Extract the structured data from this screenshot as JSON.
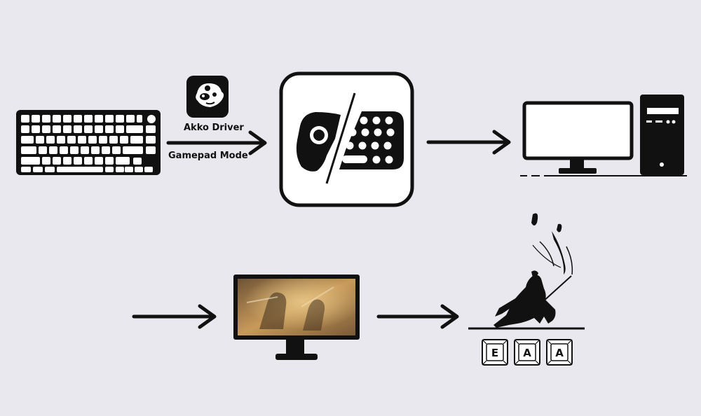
{
  "colors": {
    "background": "#e9e8ee",
    "ink": "#111111",
    "screen_white": "#ffffff",
    "game_scene_warm": "#c89a5a"
  },
  "driver": {
    "app_name": "Akko Driver",
    "mode_label": "Gamepad Mode",
    "icon": "akko-driver-app-icon"
  },
  "nodes": {
    "keyboard": {
      "icon": "mechanical-keyboard-icon"
    },
    "mode_switch": {
      "icon": "gamepad-keyboard-switch-icon"
    },
    "computer": {
      "icon": "desktop-computer-icon"
    },
    "monitor": {
      "icon": "game-monitor-icon"
    },
    "character": {
      "icon": "samurai-silhouette-icon"
    }
  },
  "keycaps": [
    "E",
    "A",
    "A"
  ]
}
